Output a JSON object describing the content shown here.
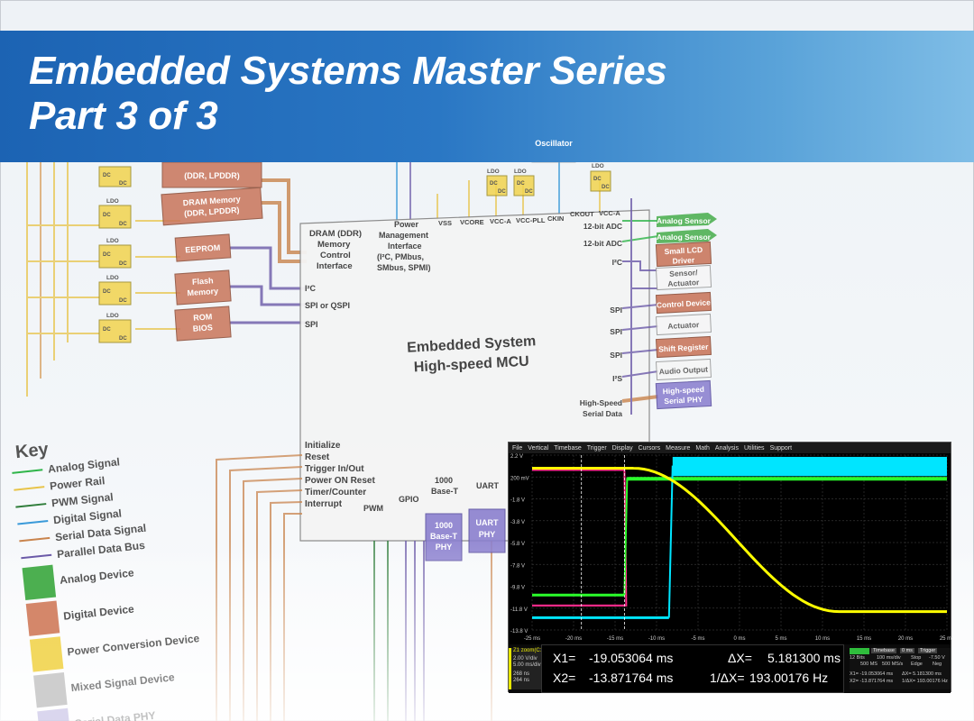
{
  "banner": {
    "title_line1": "Embedded Systems Master Series",
    "title_line2": "Part 3 of 3"
  },
  "mcu": {
    "title_line1": "Embedded System",
    "title_line2": "High-speed MCU",
    "left_labels": [
      "DRAM (DDR)",
      "Memory",
      "Control",
      "Interface"
    ],
    "pmi_labels": [
      "Power",
      "Management",
      "Interface",
      "(I²C, PMbus,",
      "SMbus, SPMI)"
    ],
    "top_pins": [
      "VSS",
      "VCORE",
      "VCC-A",
      "VCC-PLL",
      "CKIN",
      "CKOUT",
      "VCC-A"
    ],
    "left_pins": [
      "I²C",
      "SPI or QSPI",
      "SPI"
    ],
    "right_pins": [
      "12-bit ADC",
      "12-bit ADC",
      "I²C",
      "SPI",
      "SPI",
      "SPI",
      "I²S",
      "High-Speed",
      "Serial Data"
    ],
    "bottom_left": [
      "Initialize",
      "Reset",
      "Trigger In/Out",
      "Power ON Reset",
      "Timer/Counter",
      "Interrupt"
    ],
    "bottom_pins": [
      "PWM",
      "GPIO",
      "1000",
      "Base-T",
      "UART"
    ]
  },
  "left_devices": {
    "dram1": [
      "(DDR, LPDDR)"
    ],
    "dram2": [
      "DRAM Memory",
      "(DDR, LPDDR)"
    ],
    "eeprom": "EEPROM",
    "flash": [
      "Flash",
      "Memory"
    ],
    "rom": [
      "ROM",
      "BIOS"
    ],
    "ldo": "LDO",
    "dcdc_top": "DC",
    "dcdc_bot": "DC"
  },
  "top_blocks": {
    "oscillator": "Oscillator"
  },
  "right_devices": {
    "analog1": "Analog Sensor",
    "analog2": "Analog Sensor",
    "lcd": [
      "Small LCD",
      "Driver"
    ],
    "sensor": [
      "Sensor/",
      "Actuator"
    ],
    "control": "Control Device",
    "actuator": "Actuator",
    "shift": "Shift Register",
    "audio": "Audio Output",
    "phy": [
      "High-speed",
      "Serial PHY"
    ]
  },
  "bottom_devices": {
    "base_t": [
      "1000",
      "Base-T",
      "PHY"
    ],
    "uart": [
      "UART",
      "PHY"
    ]
  },
  "key": {
    "title": "Key",
    "lines": [
      {
        "label": "Analog Signal",
        "color": "#2fb54a"
      },
      {
        "label": "Power Rail",
        "color": "#e8c44a"
      },
      {
        "label": "PWM Signal",
        "color": "#2f7d3a"
      },
      {
        "label": "Digital Signal",
        "color": "#3a9ad9"
      },
      {
        "label": "Serial Data Signal",
        "color": "#c9844d"
      },
      {
        "label": "Parallel Data Bus",
        "color": "#6b5aa8"
      }
    ],
    "blocks": [
      {
        "label": "Analog Device",
        "color": "#4caf50"
      },
      {
        "label": "Digital Device",
        "color": "#d4876a"
      },
      {
        "label": "Power Conversion Device",
        "color": "#f2d44e"
      },
      {
        "label": "Mixed Signal Device",
        "color": "#bbbbbb"
      },
      {
        "label": "Serial Data PHY",
        "color": "#9a8fd0"
      }
    ]
  },
  "scope": {
    "menu": [
      "File",
      "Vertical",
      "Timebase",
      "Trigger",
      "Display",
      "Cursors",
      "Measure",
      "Math",
      "Analysis",
      "Utilities",
      "Support"
    ],
    "y_ticks": [
      "2.2 V",
      "200 mV",
      "-1.8 V",
      "-3.8 V",
      "-5.8 V",
      "-7.8 V",
      "-9.8 V",
      "-11.8 V",
      "-13.8 V"
    ],
    "x_ticks": [
      "-25 ms",
      "-20 ms",
      "-15 ms",
      "-10 ms",
      "-5 ms",
      "0 ms",
      "5 ms",
      "10 ms",
      "15 ms",
      "20 ms",
      "25 ms"
    ],
    "x_range": [
      -25,
      25
    ],
    "cursor_x1": -19.053064,
    "cursor_x2": -13.871764,
    "readout": {
      "x1_label": "X1=",
      "x1_value": "-19.053064 ms",
      "x2_label": "X2=",
      "x2_value": "-13.871764 ms",
      "dx_label": "ΔX=",
      "dx_value": "5.181300 ms",
      "inv_label": "1/ΔX=",
      "inv_value": "193.00176 Hz"
    },
    "channel": {
      "label": "Z1",
      "sub": "zoom(C1)",
      "v1": "2.00 V/div",
      "v2": "5.00 ms/div",
      "v3": "268 ns",
      "v4": "264 ns"
    },
    "timebase_panel": {
      "hdr1": "Timebase",
      "hdr2": "0 ms",
      "hdr3": "Trigger",
      "r1a": "12 Bits",
      "r1b": "100 ms/div",
      "r1c": "Stop",
      "r1d": "-7.50 V",
      "r2b": "500 MS",
      "r2c": "500 MS/s",
      "r2d": "Edge",
      "r2e": "Neg",
      "r3a": "X1= -19.053064 ms",
      "r3b": "ΔX= 5.181300 ms",
      "r4a": "X2= -13.871764 ms",
      "r4b": "1/ΔX= 193.00176 Hz"
    },
    "colors": {
      "yellow": "#ffff00",
      "cyan": "#00e5ff",
      "green": "#2bff2b",
      "magenta": "#ff2b8a"
    }
  }
}
